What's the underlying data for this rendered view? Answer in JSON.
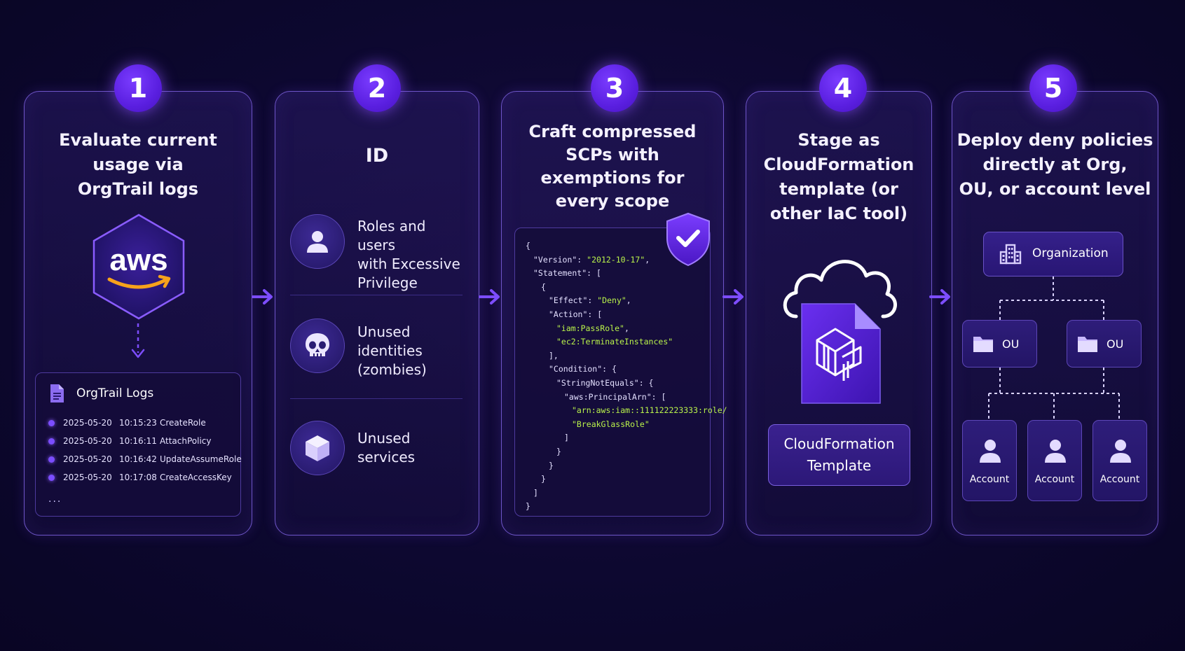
{
  "steps": [
    {
      "number": "1",
      "title": [
        "Evaluate current",
        "usage via",
        "OrgTrail logs"
      ]
    },
    {
      "number": "2",
      "title": [
        "ID"
      ]
    },
    {
      "number": "3",
      "title": [
        "Craft compressed",
        "SCPs with",
        "exemptions for",
        "every scope"
      ]
    },
    {
      "number": "4",
      "title": [
        "Stage as",
        "CloudFormation",
        "template (or",
        "other IaC tool)"
      ]
    },
    {
      "number": "5",
      "title": [
        "Deploy deny policies",
        "directly at Org,",
        "OU, or account level"
      ]
    }
  ],
  "aws_logo_text": "aws",
  "logs": {
    "title": "OrgTrail Logs",
    "rows": [
      {
        "date": "2025-05-20",
        "time": "10:15:23",
        "event": "CreateRole"
      },
      {
        "date": "2025-05-20",
        "time": "10:16:11",
        "event": "AttachPolicy"
      },
      {
        "date": "2025-05-20",
        "time": "10:16:42",
        "event": "UpdateAssumeRole"
      },
      {
        "date": "2025-05-20",
        "time": "10:17:08",
        "event": "CreateAccessKey"
      }
    ],
    "ellipsis": "..."
  },
  "id_items": [
    {
      "icon": "user-icon",
      "label": [
        "Roles and users",
        "with Excessive",
        "Privilege"
      ]
    },
    {
      "icon": "skull-icon",
      "label": [
        "Unused",
        "identities",
        "(zombies)"
      ]
    },
    {
      "icon": "cube-icon",
      "label": [
        "Unused",
        "services"
      ]
    }
  ],
  "policy_code": [
    {
      "indent": 0,
      "parts": [
        [
          "{",
          false
        ]
      ]
    },
    {
      "indent": 1,
      "parts": [
        [
          "\"Version\": ",
          false
        ],
        [
          "\"2012-10-17\"",
          true
        ],
        [
          ",",
          false
        ]
      ]
    },
    {
      "indent": 1,
      "parts": [
        [
          "\"Statement\": [",
          false
        ]
      ]
    },
    {
      "indent": 2,
      "parts": [
        [
          "{",
          false
        ]
      ]
    },
    {
      "indent": 3,
      "parts": [
        [
          "\"Effect\": ",
          false
        ],
        [
          "\"Deny\"",
          true
        ],
        [
          ",",
          false
        ]
      ]
    },
    {
      "indent": 3,
      "parts": [
        [
          "\"Action\": [",
          false
        ]
      ]
    },
    {
      "indent": 4,
      "parts": [
        [
          "\"iam:PassRole\"",
          true
        ],
        [
          ",",
          false
        ]
      ]
    },
    {
      "indent": 4,
      "parts": [
        [
          "\"ec2:TerminateInstances\"",
          true
        ]
      ]
    },
    {
      "indent": 3,
      "parts": [
        [
          "],",
          false
        ]
      ]
    },
    {
      "indent": 3,
      "parts": [
        [
          "\"Condition\": {",
          false
        ]
      ]
    },
    {
      "indent": 4,
      "parts": [
        [
          "\"StringNotEquals\": {",
          false
        ]
      ]
    },
    {
      "indent": 5,
      "parts": [
        [
          "\"aws:PrincipalArn\": [",
          false
        ]
      ]
    },
    {
      "indent": 6,
      "parts": [
        [
          "\"arn:aws:iam::111122223333:role/",
          true
        ]
      ]
    },
    {
      "indent": 6,
      "parts": [
        [
          "\"BreakGlassRole\"",
          true
        ]
      ]
    },
    {
      "indent": 5,
      "parts": [
        [
          "]",
          false
        ]
      ]
    },
    {
      "indent": 4,
      "parts": [
        [
          "}",
          false
        ]
      ]
    },
    {
      "indent": 3,
      "parts": [
        [
          "}",
          false
        ]
      ]
    },
    {
      "indent": 2,
      "parts": [
        [
          "}",
          false
        ]
      ]
    },
    {
      "indent": 1,
      "parts": [
        [
          "]",
          false
        ]
      ]
    },
    {
      "indent": 0,
      "parts": [
        [
          "}",
          false
        ]
      ]
    }
  ],
  "cf_button": [
    "CloudFormation",
    "Template"
  ],
  "hierarchy": {
    "org": "Organization",
    "ous": [
      "OU",
      "OU"
    ],
    "accounts": [
      "Account",
      "Account",
      "Account"
    ]
  },
  "colors": {
    "background": "#0d0830",
    "accent": "#6a2cf0",
    "code_string": "#b9f24a",
    "aws_smile": "#f7a21b"
  }
}
